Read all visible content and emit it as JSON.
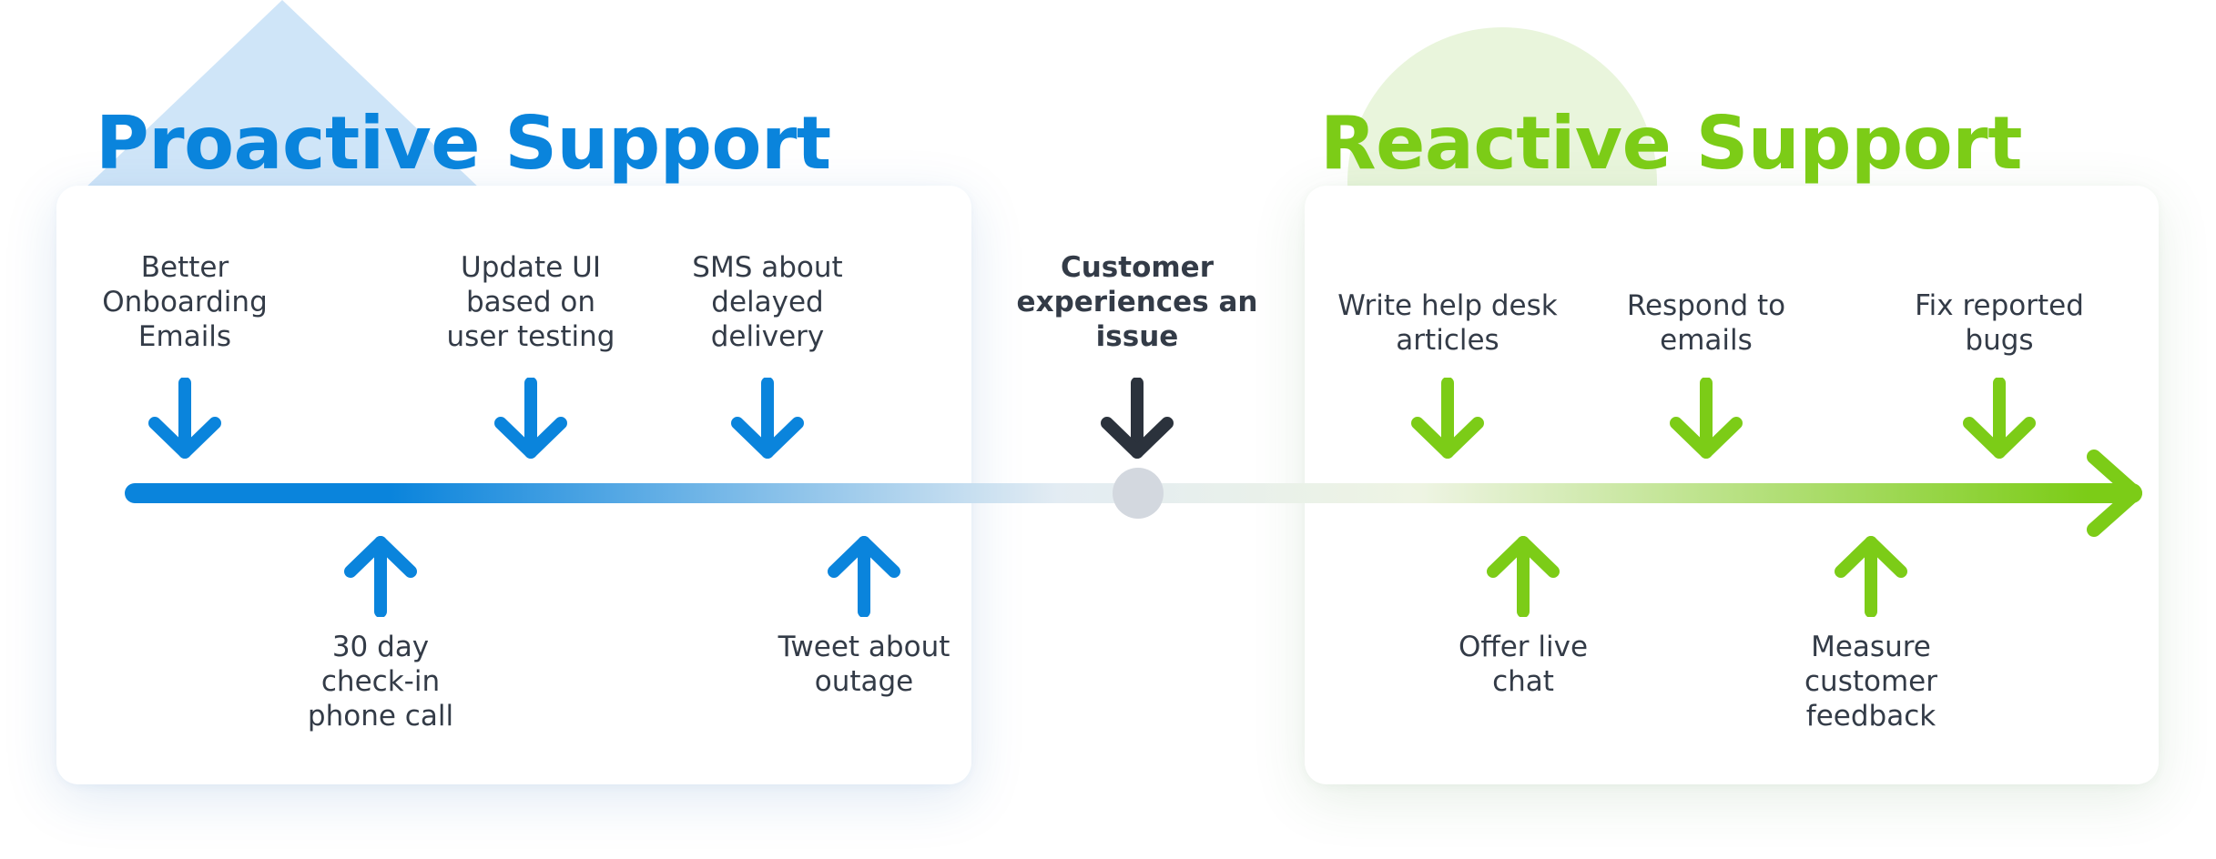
{
  "colors": {
    "proactive": "#0a84dc",
    "reactive": "#7ccc17",
    "text": "#333b47",
    "issue_marker": "#2b323c",
    "node": "#d3d8df",
    "triangle_deco": "#cfe5f8",
    "circle_deco": "#e9f5dc"
  },
  "proactive": {
    "title": "Proactive Support",
    "items": [
      {
        "label": "Better\nOnboarding\nEmails",
        "direction": "down"
      },
      {
        "label": "Update UI\nbased on\nuser testing",
        "direction": "down"
      },
      {
        "label": "SMS about\ndelayed\ndelivery",
        "direction": "down"
      },
      {
        "label": "30 day\ncheck-in\nphone call",
        "direction": "up"
      },
      {
        "label": "Tweet about\noutage",
        "direction": "up"
      }
    ]
  },
  "event": {
    "label": "Customer\nexperiences an\nissue",
    "direction": "down"
  },
  "reactive": {
    "title": "Reactive Support",
    "items": [
      {
        "label": "Write help desk\narticles",
        "direction": "down"
      },
      {
        "label": "Respond to\nemails",
        "direction": "down"
      },
      {
        "label": "Fix reported\nbugs",
        "direction": "down"
      },
      {
        "label": "Offer live\nchat",
        "direction": "up"
      },
      {
        "label": "Measure\ncustomer\nfeedback",
        "direction": "up"
      }
    ]
  },
  "icons": {
    "down": "arrow-down-icon",
    "up": "arrow-up-icon",
    "end": "arrow-right-icon"
  }
}
